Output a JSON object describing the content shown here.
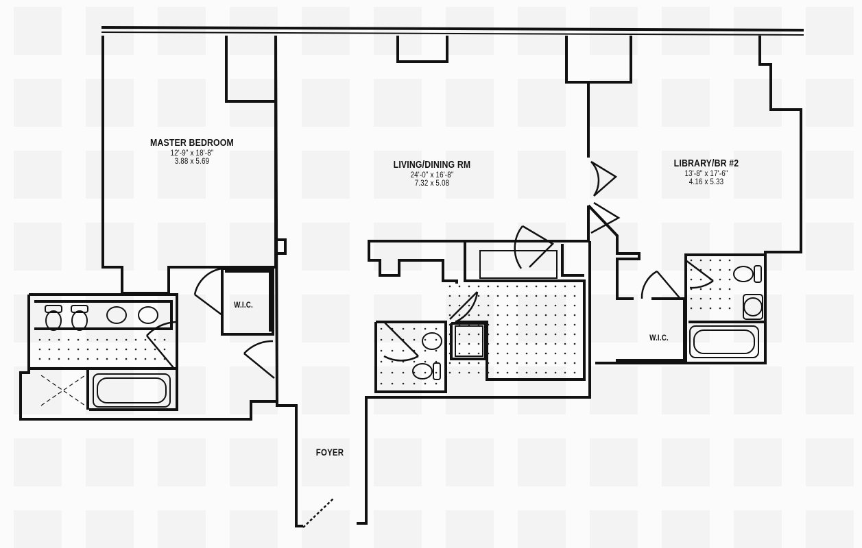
{
  "rooms": {
    "master": {
      "name": "MASTER BEDROOM",
      "dim_imperial": "12'-9\" x 18'-8\"",
      "dim_metric": "3.88 x 5.69"
    },
    "living": {
      "name": "LIVING/DINING RM",
      "dim_imperial": "24'-0\" x 16'-8\"",
      "dim_metric": "7.32 x 5.08"
    },
    "library": {
      "name": "LIBRARY/BR #2",
      "dim_imperial": "13'-8\" x 17'-6\"",
      "dim_metric": "4.16 x 5.33"
    },
    "wic_master": {
      "name": "W.I.C."
    },
    "wic_library": {
      "name": "W.I.C."
    },
    "foyer": {
      "name": "FOYER"
    }
  },
  "colors": {
    "wall": "#111111",
    "paper": "#fbfbfb",
    "watermark": "#ececec",
    "dot": "#222222"
  }
}
